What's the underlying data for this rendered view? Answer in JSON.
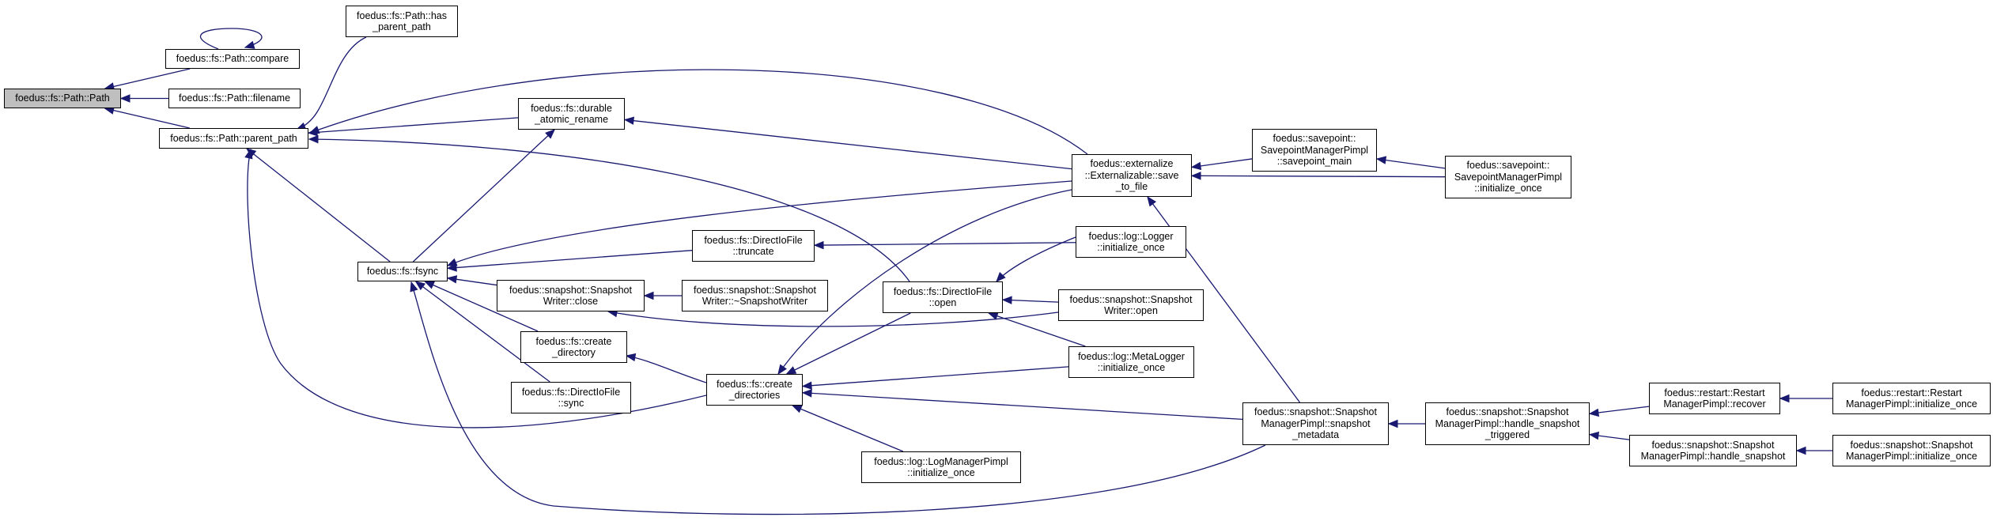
{
  "graph": {
    "edge_color": "#191970",
    "root_fill": "#bfbfbf",
    "nodes": {
      "path": {
        "lines": [
          "foedus::fs::Path::Path"
        ],
        "root": true
      },
      "compare": {
        "lines": [
          "foedus::fs::Path::compare"
        ]
      },
      "filename": {
        "lines": [
          "foedus::fs::Path::filename"
        ]
      },
      "parent_path": {
        "lines": [
          "foedus::fs::Path::parent_path"
        ]
      },
      "has_parent_path": {
        "lines": [
          "foedus::fs::Path::has",
          "_parent_path"
        ]
      },
      "durable_rename": {
        "lines": [
          "foedus::fs::durable",
          "_atomic_rename"
        ]
      },
      "fsync": {
        "lines": [
          "foedus::fs::fsync"
        ]
      },
      "truncate": {
        "lines": [
          "foedus::fs::DirectIoFile",
          "::truncate"
        ]
      },
      "sw_close": {
        "lines": [
          "foedus::snapshot::Snapshot",
          "Writer::close"
        ]
      },
      "sw_dtor": {
        "lines": [
          "foedus::snapshot::Snapshot",
          "Writer::~SnapshotWriter"
        ]
      },
      "create_directory": {
        "lines": [
          "foedus::fs::create",
          "_directory"
        ]
      },
      "dio_sync": {
        "lines": [
          "foedus::fs::DirectIoFile",
          "::sync"
        ]
      },
      "create_directories": {
        "lines": [
          "foedus::fs::create",
          "_directories"
        ]
      },
      "dio_open": {
        "lines": [
          "foedus::fs::DirectIoFile",
          "::open"
        ]
      },
      "ext_save": {
        "lines": [
          "foedus::externalize",
          "::Externalizable::save",
          "_to_file"
        ]
      },
      "logger_init": {
        "lines": [
          "foedus::log::Logger",
          "::initialize_once"
        ]
      },
      "sw_open": {
        "lines": [
          "foedus::snapshot::Snapshot",
          "Writer::open"
        ]
      },
      "metalogger_init": {
        "lines": [
          "foedus::log::MetaLogger",
          "::initialize_once"
        ]
      },
      "logmgr_init": {
        "lines": [
          "foedus::log::LogManagerPimpl",
          "::initialize_once"
        ]
      },
      "savepoint_main": {
        "lines": [
          "foedus::savepoint::",
          "SavepointManagerPimpl",
          "::savepoint_main"
        ]
      },
      "savepoint_init": {
        "lines": [
          "foedus::savepoint::",
          "SavepointManagerPimpl",
          "::initialize_once"
        ]
      },
      "snapshot_metadata": {
        "lines": [
          "foedus::snapshot::Snapshot",
          "ManagerPimpl::snapshot",
          "_metadata"
        ]
      },
      "handle_triggered": {
        "lines": [
          "foedus::snapshot::Snapshot",
          "ManagerPimpl::handle_snapshot",
          "_triggered"
        ]
      },
      "restart_recover": {
        "lines": [
          "foedus::restart::Restart",
          "ManagerPimpl::recover"
        ]
      },
      "restart_init": {
        "lines": [
          "foedus::restart::Restart",
          "ManagerPimpl::initialize_once"
        ]
      },
      "handle_snapshot": {
        "lines": [
          "foedus::snapshot::Snapshot",
          "ManagerPimpl::handle_snapshot"
        ]
      },
      "snapshotmgr_init": {
        "lines": [
          "foedus::snapshot::Snapshot",
          "ManagerPimpl::initialize_once"
        ]
      }
    },
    "edges": [
      {
        "from": "compare",
        "to": "path"
      },
      {
        "from": "filename",
        "to": "path"
      },
      {
        "from": "parent_path",
        "to": "path"
      },
      {
        "from": "compare",
        "to": "compare"
      },
      {
        "from": "has_parent_path",
        "to": "parent_path"
      },
      {
        "from": "durable_rename",
        "to": "parent_path"
      },
      {
        "from": "ext_save",
        "to": "parent_path"
      },
      {
        "from": "dio_open",
        "to": "parent_path"
      },
      {
        "from": "fsync",
        "to": "parent_path"
      },
      {
        "from": "create_directories",
        "to": "parent_path"
      },
      {
        "from": "fsync",
        "to": "durable_rename"
      },
      {
        "from": "ext_save",
        "to": "durable_rename"
      },
      {
        "from": "ext_save",
        "to": "fsync"
      },
      {
        "from": "truncate",
        "to": "fsync"
      },
      {
        "from": "sw_close",
        "to": "fsync"
      },
      {
        "from": "create_directory",
        "to": "fsync"
      },
      {
        "from": "dio_sync",
        "to": "fsync"
      },
      {
        "from": "snapshot_metadata",
        "to": "fsync"
      },
      {
        "from": "logger_init",
        "to": "truncate"
      },
      {
        "from": "sw_dtor",
        "to": "sw_close"
      },
      {
        "from": "sw_open",
        "to": "sw_close"
      },
      {
        "from": "create_directories",
        "to": "create_directory"
      },
      {
        "from": "ext_save",
        "to": "create_directories"
      },
      {
        "from": "dio_open",
        "to": "create_directories"
      },
      {
        "from": "metalogger_init",
        "to": "create_directories"
      },
      {
        "from": "snapshot_metadata",
        "to": "create_directories"
      },
      {
        "from": "logmgr_init",
        "to": "create_directories"
      },
      {
        "from": "logger_init",
        "to": "dio_open"
      },
      {
        "from": "sw_open",
        "to": "dio_open"
      },
      {
        "from": "metalogger_init",
        "to": "dio_open"
      },
      {
        "from": "savepoint_main",
        "to": "ext_save"
      },
      {
        "from": "savepoint_init",
        "to": "ext_save"
      },
      {
        "from": "snapshot_metadata",
        "to": "ext_save"
      },
      {
        "from": "savepoint_init",
        "to": "savepoint_main"
      },
      {
        "from": "handle_triggered",
        "to": "snapshot_metadata"
      },
      {
        "from": "restart_recover",
        "to": "handle_triggered"
      },
      {
        "from": "handle_snapshot",
        "to": "handle_triggered"
      },
      {
        "from": "restart_init",
        "to": "restart_recover"
      },
      {
        "from": "snapshotmgr_init",
        "to": "handle_snapshot"
      }
    ]
  }
}
